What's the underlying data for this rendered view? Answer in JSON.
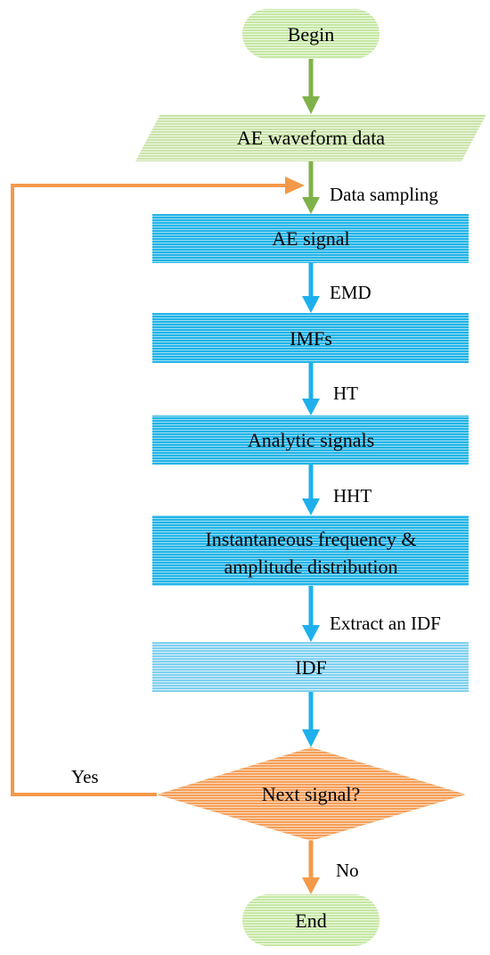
{
  "colors": {
    "terminal_fill": "#c6e8a4",
    "terminal_line": "#ffffff",
    "data_fill": "#c9e4a8",
    "process_fill": "#22b4e6",
    "process_line": "#ffffff",
    "decision_fill": "#f4a05a",
    "green_arrow": "#7fb24a",
    "blue_arrow": "#1eb0ec",
    "orange_arrow": "#f39a4a"
  },
  "nodes": {
    "begin": "Begin",
    "ae_waveform": "AE waveform data",
    "ae_signal": "AE signal",
    "imfs": "IMFs",
    "analytic": "Analytic signals",
    "inst_line1": "Instantaneous frequency &",
    "inst_line2": "amplitude distribution",
    "idf": "IDF",
    "next_signal": "Next signal?",
    "end": "End"
  },
  "edges": {
    "data_sampling": "Data sampling",
    "emd": "EMD",
    "ht": "HT",
    "hht": "HHT",
    "extract_idf": "Extract an IDF",
    "yes": "Yes",
    "no": "No"
  }
}
